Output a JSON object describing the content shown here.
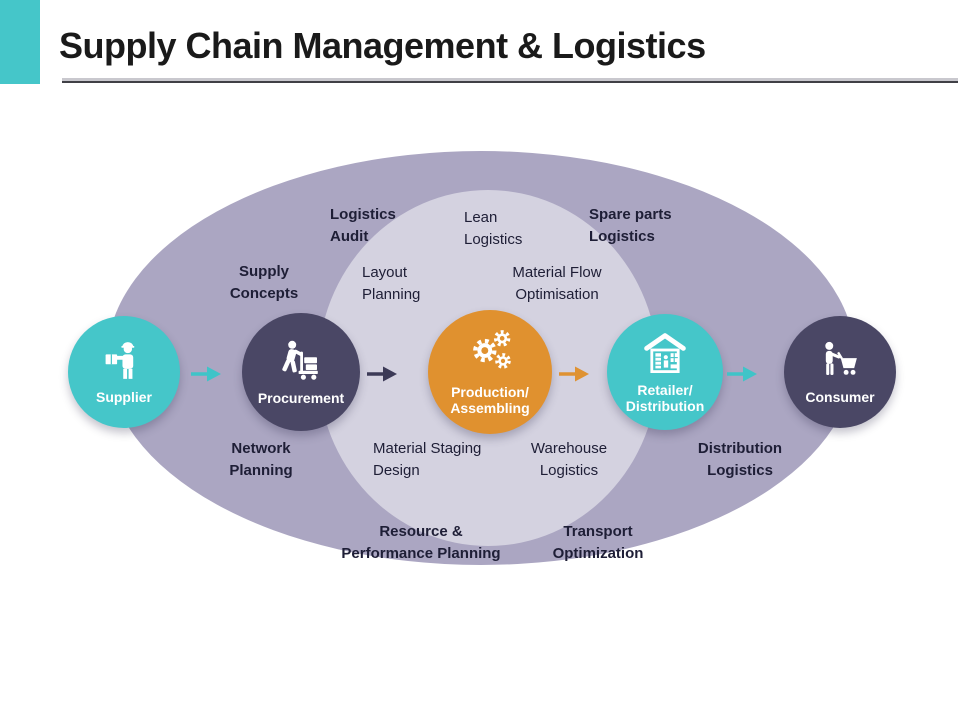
{
  "slide": {
    "title": "Supply Chain Management & Logistics"
  },
  "nodes": [
    {
      "label": "Supplier"
    },
    {
      "label": "Procurement"
    },
    {
      "label": "Production/\nAssembling"
    },
    {
      "label": "Retailer/\nDistribution"
    },
    {
      "label": "Consumer"
    }
  ],
  "ring_labels": {
    "logistics_audit": "Logistics\nAudit",
    "lean_logistics": "Lean\nLogistics",
    "spare_parts_logistics": "Spare parts\nLogistics",
    "supply_concepts": "Supply\nConcepts",
    "layout_planning": "Layout\nPlanning",
    "material_flow_optimisation": "Material Flow\nOptimisation",
    "network_planning": "Network\nPlanning",
    "material_staging_design": "Material Staging\nDesign",
    "warehouse_logistics": "Warehouse\nLogistics",
    "distribution_logistics": "Distribution\nLogistics",
    "resource_performance_planning": "Resource &\nPerformance Planning",
    "transport_optimization": "Transport\nOptimization"
  },
  "colors": {
    "accent_teal": "#45C6C9",
    "node_navy": "#4A4765",
    "node_orange": "#E0912F",
    "outer_ellipse": "#ABA6C2",
    "inner_ellipse": "#D4D2E0",
    "label_text": "#1E1E36",
    "arrow_teal": "#3FC4C8",
    "arrow_navy": "#3C3A57",
    "arrow_orange": "#DF9232"
  }
}
